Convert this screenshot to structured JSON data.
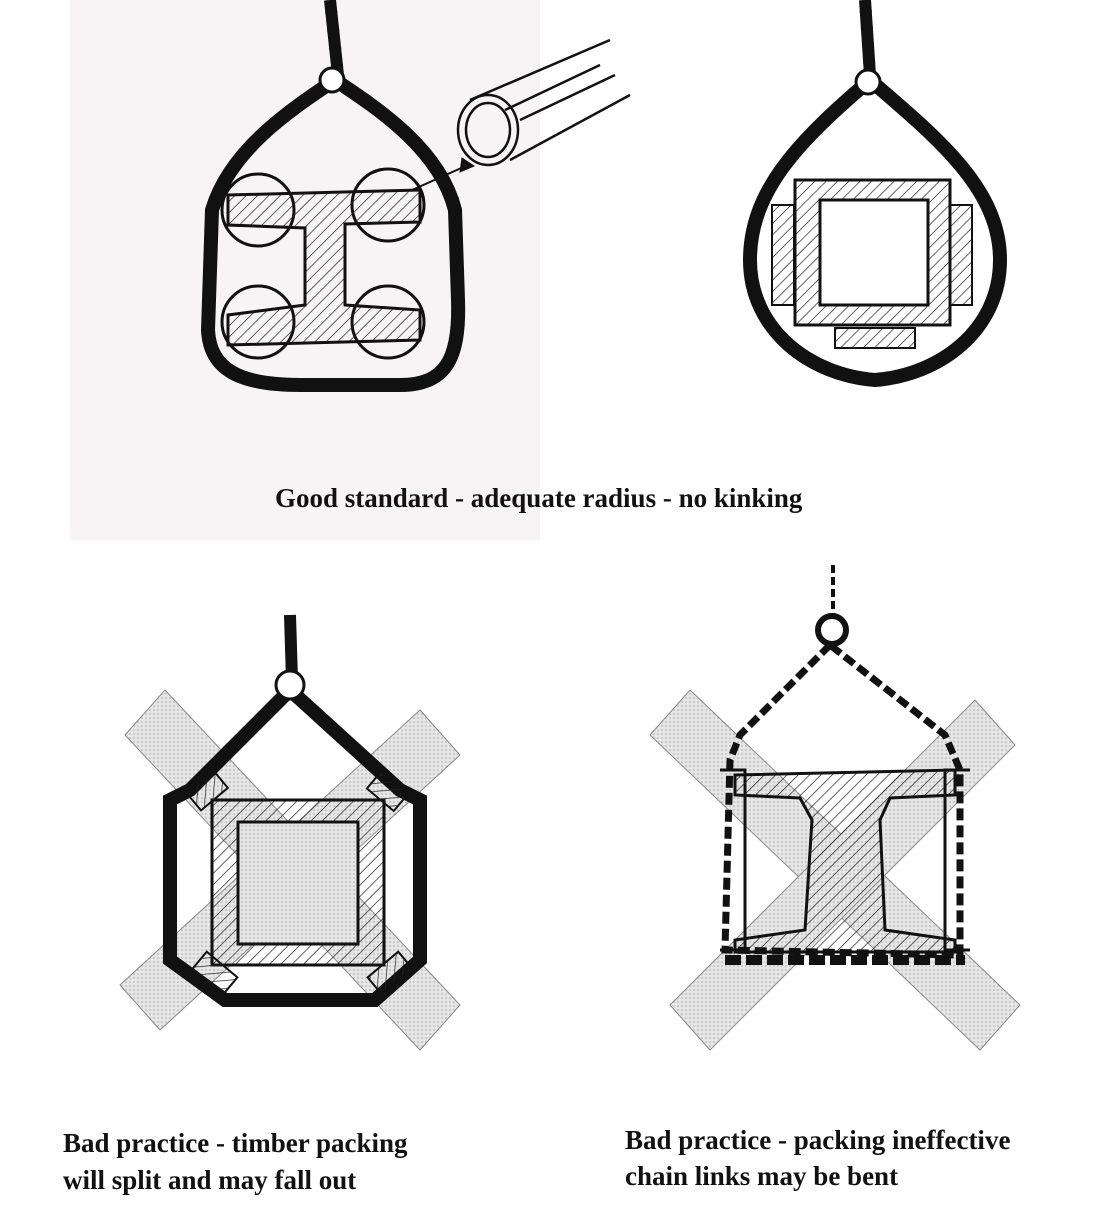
{
  "captions": {
    "good": "Good standard - adequate radius - no kinking",
    "bad_timber_line1": "Bad practice - timber packing",
    "bad_timber_line2": "will split and may fall out",
    "bad_chain_line1": "Bad practice - packing ineffective",
    "bad_chain_line2": "chain links may be bent"
  },
  "colors": {
    "ink": "#1a1a1a",
    "cross_fill": "#d4d4d4",
    "scan_tint": "#f6f4f4"
  }
}
